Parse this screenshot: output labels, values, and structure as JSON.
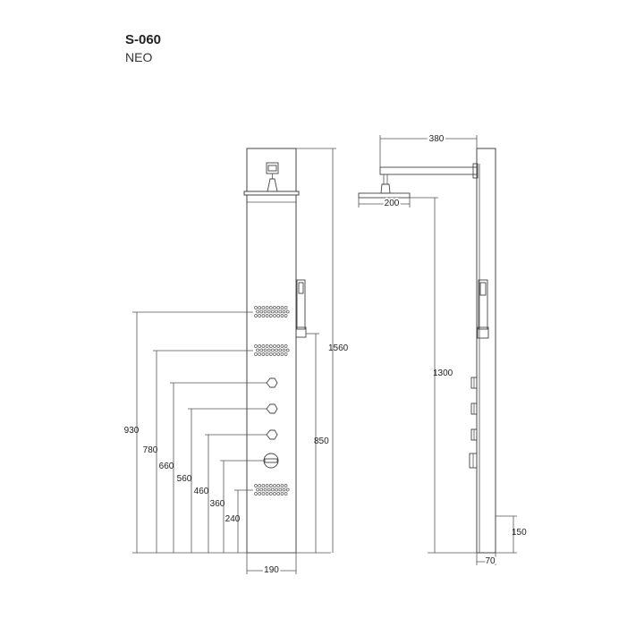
{
  "header": {
    "model_code": "S-060",
    "model_name": "NEO"
  },
  "front_view": {
    "heights": [
      {
        "label": "930",
        "target": "upper-body-jet-panel"
      },
      {
        "label": "780",
        "target": "lower-body-jet-panel"
      },
      {
        "label": "660",
        "target": "control-knob-1"
      },
      {
        "label": "560",
        "target": "control-knob-2"
      },
      {
        "label": "460",
        "target": "control-knob-3"
      },
      {
        "label": "360",
        "target": "diverter-knob"
      },
      {
        "label": "240",
        "target": "foot-jet-panel"
      }
    ],
    "total_height": "1560",
    "hand_shower_height": "850",
    "panel_width": "190"
  },
  "side_view": {
    "arm_length": "380",
    "head_diameter": "200",
    "head_height": "1300",
    "base_height": "150",
    "depth": "70"
  }
}
